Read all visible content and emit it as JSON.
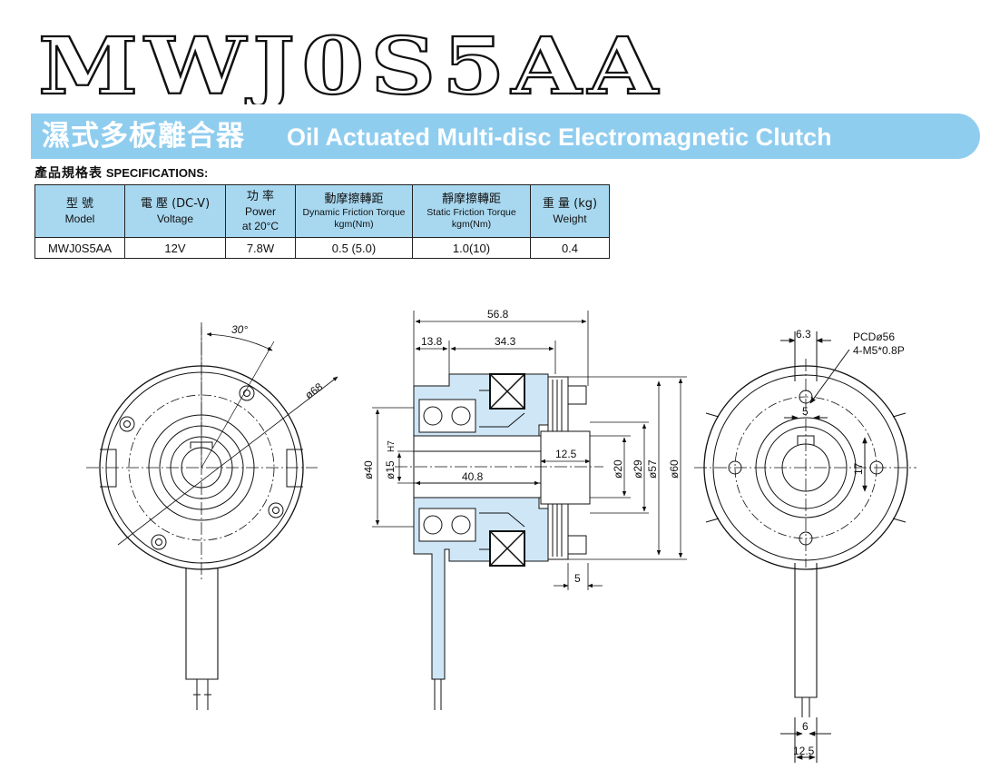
{
  "model_title": "MWJ0S5AA",
  "banner": {
    "title_zh": "濕式多板離合器",
    "title_en": "Oil Actuated Multi-disc Electromagnetic Clutch"
  },
  "specifications": {
    "heading_zh": "產品規格表",
    "heading_en": "SPECIFICATIONS:",
    "columns": [
      {
        "zh": "型 號",
        "en": "Model"
      },
      {
        "zh": "電 壓 (DC-V)",
        "en": "Voltage"
      },
      {
        "zh": "功 率",
        "en": "Power",
        "en2": "at 20°C"
      },
      {
        "zh": "動摩擦轉距",
        "en": "Dynamic Friction Torque",
        "en2": "kgm(Nm)"
      },
      {
        "zh": "靜摩擦轉距",
        "en": "Static Friction Torque",
        "en2": "kgm(Nm)"
      },
      {
        "zh": "重 量 (kg)",
        "en": "Weight"
      }
    ],
    "row": [
      "MWJ0S5AA",
      "12V",
      "7.8W",
      "0.5 (5.0)",
      "1.0(10)",
      "0.4"
    ]
  },
  "drawing_labels": {
    "front": {
      "angle": "30°",
      "diameter": "ø68"
    },
    "section": {
      "overall_length": "56.8",
      "dim_13_8": "13.8",
      "dim_34_3": "34.3",
      "dim_12_5": "12.5",
      "dim_40_8": "40.8",
      "dim_5": "5",
      "dia_40": "ø40",
      "dia_15": "ø15",
      "fit": "H7",
      "dia_20": "ø20",
      "dia_29": "ø29",
      "dia_57": "ø57",
      "dia_60": "ø60"
    },
    "rear": {
      "dim_6_3": "6.3",
      "pcd": "PCDø56",
      "thread": "4-M5*0.8P",
      "keyway": "5",
      "key_depth": "17",
      "lead_6": "6",
      "lead_12_5": "12.5"
    }
  },
  "colors": {
    "banner": "#8fcdef",
    "table_header": "#a8d8f0",
    "section_fill": "#cfe6f7",
    "line": "#111111"
  }
}
